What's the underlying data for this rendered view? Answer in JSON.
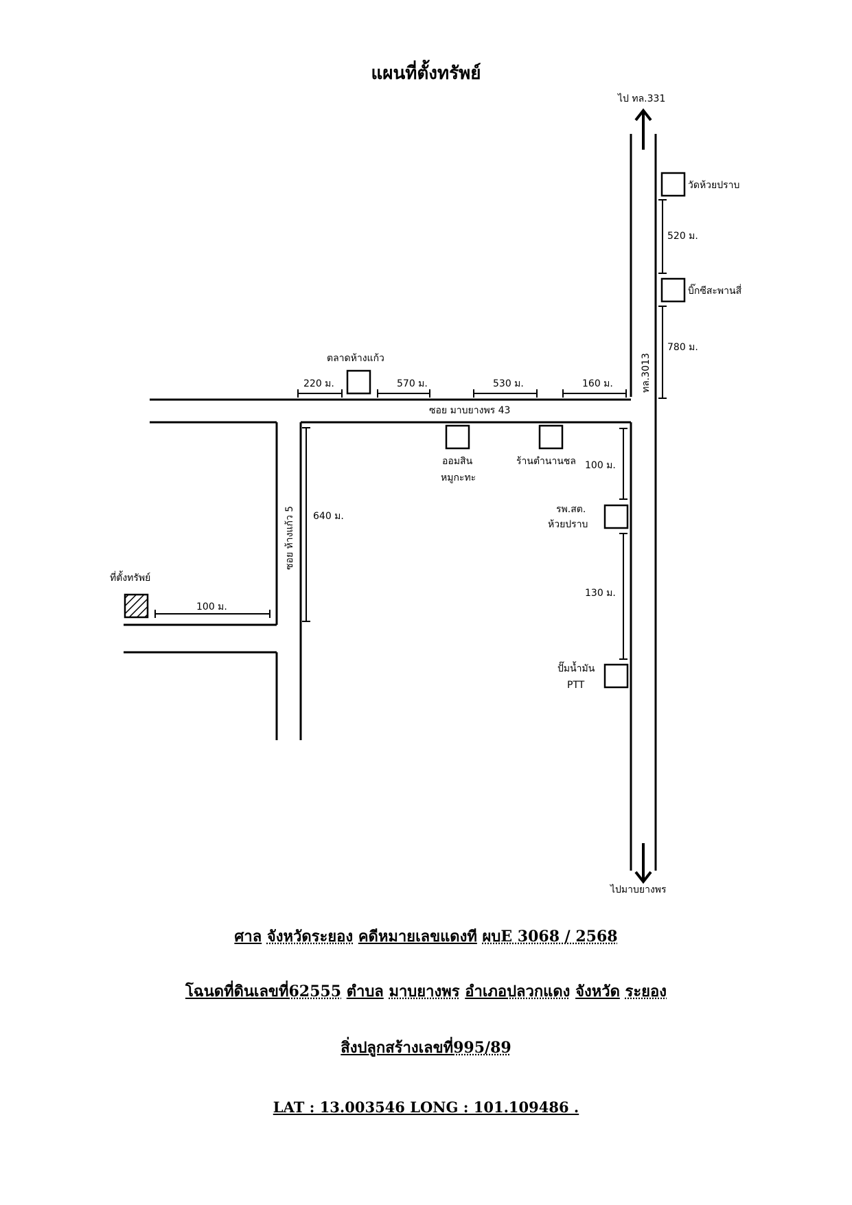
{
  "title": "แผนที่ตั้งทรัพย์",
  "map": {
    "north_label": "ไป ทล.331",
    "south_label": "ไปมาบยางพร",
    "highway_label": "ทล.3013",
    "road_main_label": "ซอย มาบยางพร 43",
    "road_side_label": "ซอย ห้างแก้ว 5",
    "property_label": "ที่ตั้งทรัพย์",
    "landmarks": {
      "wat": "วัดห้วยปราบ",
      "bigc": "บิ๊กซีสะพานสี่",
      "market": "ตลาดห้างแก้ว",
      "omsin_1": "ออมสิน",
      "omsin_2": "หมูกะทะ",
      "shop": "ร้านตำนานชล",
      "hospital_1": "รพ.สต.",
      "hospital_2": "ห้วยปราบ",
      "ptt_1": "ปั๊มน้ำมัน",
      "ptt_2": "PTT"
    },
    "distances": {
      "d520": "520 ม.",
      "d780": "780 ม.",
      "d220": "220 ม.",
      "d570": "570 ม.",
      "d530": "530 ม.",
      "d160": "160 ม.",
      "d100_right": "100 ม.",
      "d130": "130 ม.",
      "d640": "640 ม.",
      "d100_left": "100 ม."
    }
  },
  "footer": {
    "line1": {
      "court_label": "ศาล",
      "court_value": "จังหวัดระยอง",
      "case_label": "คดีหมายเลขแดงที",
      "case_value": "ผบE 3068 / 2568"
    },
    "line2": {
      "deed_label": "โฉนดที่ดินเลขที่",
      "deed_value": "62555",
      "tambon_label": "ตำบล",
      "tambon_value": "มาบยางพร",
      "amphoe_label": "อำเภอ",
      "amphoe_value": "ปลวกแดง",
      "province_label": "จังหวัด",
      "province_value": "ระยอง"
    },
    "line3": {
      "building_label": "สิ่งปลูกสร้างเลขที่",
      "building_value": "995/89"
    },
    "line4": {
      "coords": "LAT :  13.003546  LONG : 101.109486 ."
    }
  }
}
